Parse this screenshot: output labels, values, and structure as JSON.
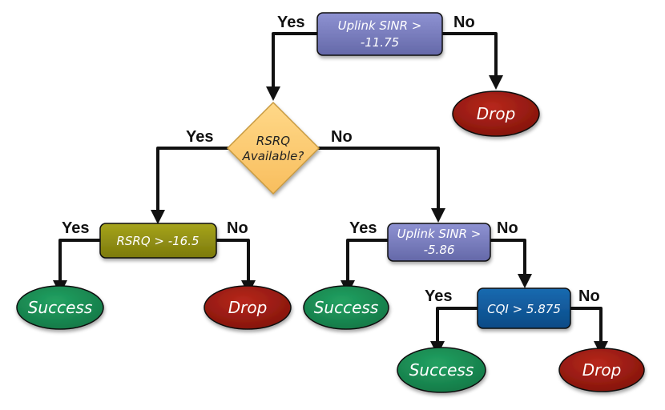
{
  "nodes": {
    "root": {
      "lines": [
        "Uplink SINR >",
        "-11.75"
      ],
      "color": "#7276b8"
    },
    "root_no": {
      "text": "Drop",
      "color": "#9a1a12"
    },
    "rsrq_avail": {
      "lines": [
        "RSRQ",
        "Available?"
      ],
      "color": "#fecb72"
    },
    "rsrq_thresh": {
      "text": "RSRQ > -16.5",
      "color": "#8e8c12"
    },
    "rsrq_yes": {
      "text": "Success",
      "color": "#1a8a52"
    },
    "rsrq_no": {
      "text": "Drop",
      "color": "#9a1a12"
    },
    "sinr2": {
      "lines": [
        "Uplink SINR >",
        "-5.86"
      ],
      "color": "#7276b8"
    },
    "sinr2_yes": {
      "text": "Success",
      "color": "#1a8a52"
    },
    "cqi": {
      "text": "CQI > 5.875",
      "color": "#0d5596"
    },
    "cqi_yes": {
      "text": "Success",
      "color": "#1a8a52"
    },
    "cqi_no": {
      "text": "Drop",
      "color": "#9a1a12"
    }
  },
  "labels": {
    "root_yes": "Yes",
    "root_no": "No",
    "avail_yes": "Yes",
    "avail_no": "No",
    "rsrq_yes": "Yes",
    "rsrq_no": "No",
    "sinr2_yes": "Yes",
    "sinr2_no": "No",
    "cqi_yes": "Yes",
    "cqi_no": "No"
  }
}
